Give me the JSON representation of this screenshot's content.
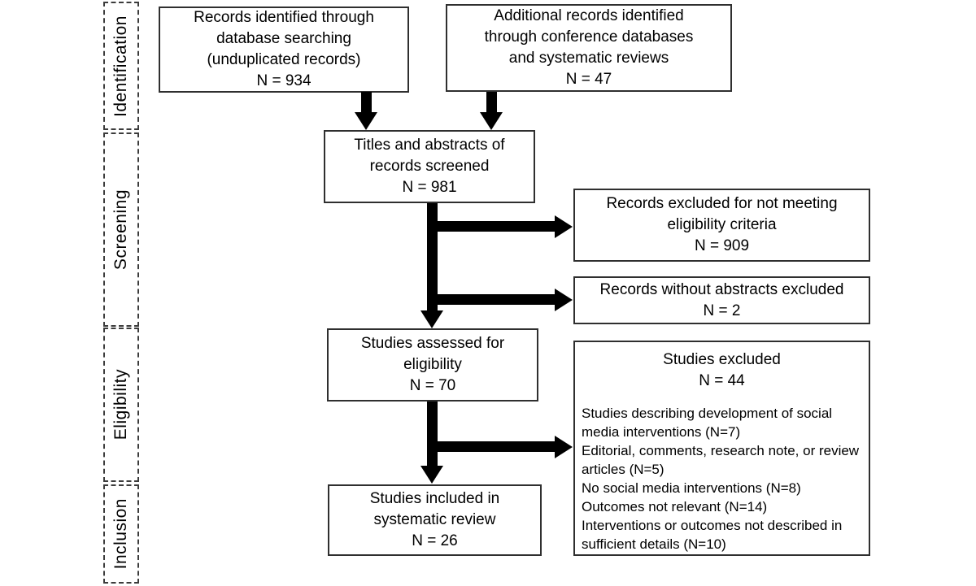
{
  "colors": {
    "ink": "#000000",
    "box-border": "#2f2f2f",
    "bg": "#ffffff"
  },
  "stages": [
    {
      "label": "Identification"
    },
    {
      "label": "Screening"
    },
    {
      "label": "Eligibility"
    },
    {
      "label": "Inclusion"
    }
  ],
  "boxes": {
    "records_identified": {
      "lines": [
        "Records identified through",
        "database searching",
        "(unduplicated records)",
        "N = 934"
      ]
    },
    "additional_records": {
      "lines": [
        "Additional records identified",
        "through conference databases",
        "and systematic reviews",
        "N = 47"
      ]
    },
    "titles_screened": {
      "lines": [
        "Titles and abstracts of",
        "records screened",
        "N = 981"
      ]
    },
    "records_excluded": {
      "lines": [
        "Records excluded for not meeting",
        "eligibility criteria",
        "N = 909"
      ]
    },
    "records_without_abstracts": {
      "lines": [
        "Records without abstracts excluded",
        "N = 2"
      ]
    },
    "studies_assessed": {
      "lines": [
        "Studies assessed for",
        "eligibility",
        "N = 70"
      ]
    },
    "studies_excluded": {
      "title": "Studies excluded",
      "n": "N = 44",
      "reasons": [
        "Studies describing development of social media interventions (N=7)",
        "Editorial, comments, research note, or review articles (N=5)",
        "No social media interventions (N=8)",
        "Outcomes not relevant (N=14)",
        "Interventions or outcomes not described in sufficient details (N=10)"
      ]
    },
    "studies_included": {
      "lines": [
        "Studies included in",
        "systematic review",
        "N = 26"
      ]
    }
  }
}
